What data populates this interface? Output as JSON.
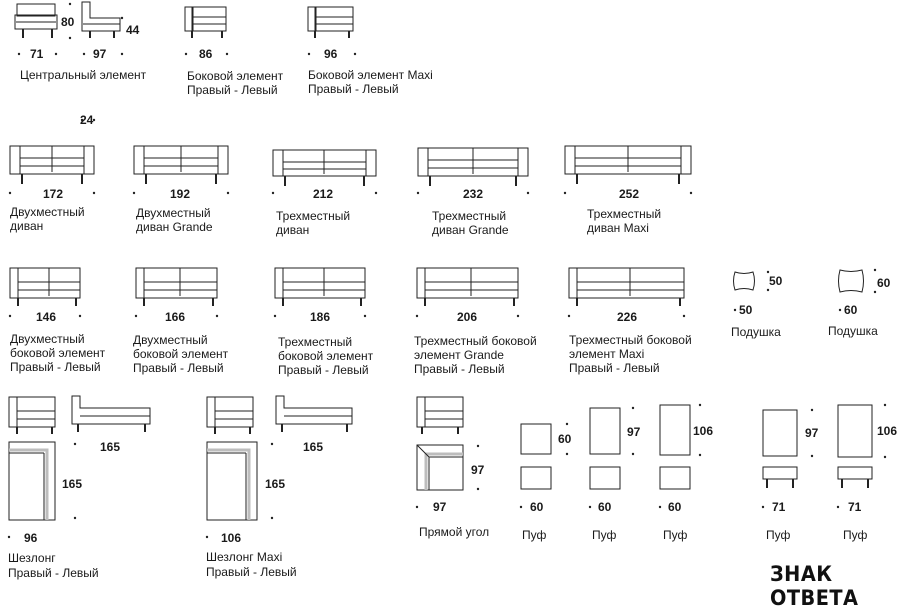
{
  "captions": {
    "central": "Центральный элемент",
    "side_1": "Боковой элемент",
    "side_2": "Правый - Левый",
    "sidemaxi_1": "Боковой элемент Maxi",
    "sidemaxi_2": "Правый - Левый",
    "two_1": "Двухместный",
    "two_2": "диван",
    "twog_1": "Двухместный",
    "twog_2": "диван Grande",
    "three_1": "Трехместный",
    "three_2": "диван",
    "threeg_1": "Трехместный",
    "threeg_2": "диван Grande",
    "threem_1": "Трехместный",
    "threem_2": "диван Maxi",
    "twoside_1": "Двухместный",
    "twoside_2": "боковой элемент",
    "twoside_3": "Правый - Левый",
    "twoside2_1": "Двухместный",
    "twoside2_2": "боковой элемент",
    "twoside2_3": "Правый - Левый",
    "threeside_1": "Трехместный",
    "threeside_2": "боковой элемент",
    "threeside_3": "Правый - Левый",
    "threesideg_1": "Трехместный боковой",
    "threesideg_2": "элемент Grande",
    "threesideg_3": "Правый - Левый",
    "threesidem_1": "Трехместный боковой",
    "threesidem_2": "элемент Maxi",
    "threesidem_3": "Правый - Левый",
    "cushion1": "Подушка",
    "cushion2": "Подушка",
    "chaise_1": "Шезлонг",
    "chaise_2": "Правый - Левый",
    "chaisemaxi_1": "Шезлонг Maxi",
    "chaisemaxi_2": "Правый - Левый",
    "corner": "Прямой угол",
    "pouf1": "Пуф",
    "pouf2": "Пуф",
    "pouf3": "Пуф",
    "pouf4": "Пуф",
    "pouf5": "Пуф"
  },
  "dimensions": {
    "central_h": "80",
    "central_w": "71",
    "central_d": "97",
    "central_seat": "44",
    "side_w": "86",
    "sidemaxi_w": "96",
    "arm": "24",
    "two_w": "172",
    "twog_w": "192",
    "three_w": "212",
    "threeg_w": "232",
    "threem_w": "252",
    "twoside_w": "146",
    "twoside2_w": "166",
    "threeside_w": "186",
    "threesideg_w": "206",
    "threesidem_w": "226",
    "cushion1_w": "50",
    "cushion1_h": "50",
    "cushion2_w": "60",
    "cushion2_h": "60",
    "chaise_w": "165",
    "chaise_l": "165",
    "chaise_d": "96",
    "chaisemaxi_w": "165",
    "chaisemaxi_l": "165",
    "chaisemaxi_d": "106",
    "corner_h": "97",
    "corner_w": "97",
    "pouf1_w": "60",
    "pouf1_h": "60",
    "pouf2_w": "60",
    "pouf2_h": "97",
    "pouf3_w": "60",
    "pouf3_h": "106",
    "pouf4_w": "71",
    "pouf4_h": "97",
    "pouf5_w": "71",
    "pouf5_h": "106"
  },
  "brand": {
    "logo": "ЗНАК ОТВЕТА"
  },
  "colors": {
    "line": "#222222",
    "shade": "#bdbdbd"
  }
}
